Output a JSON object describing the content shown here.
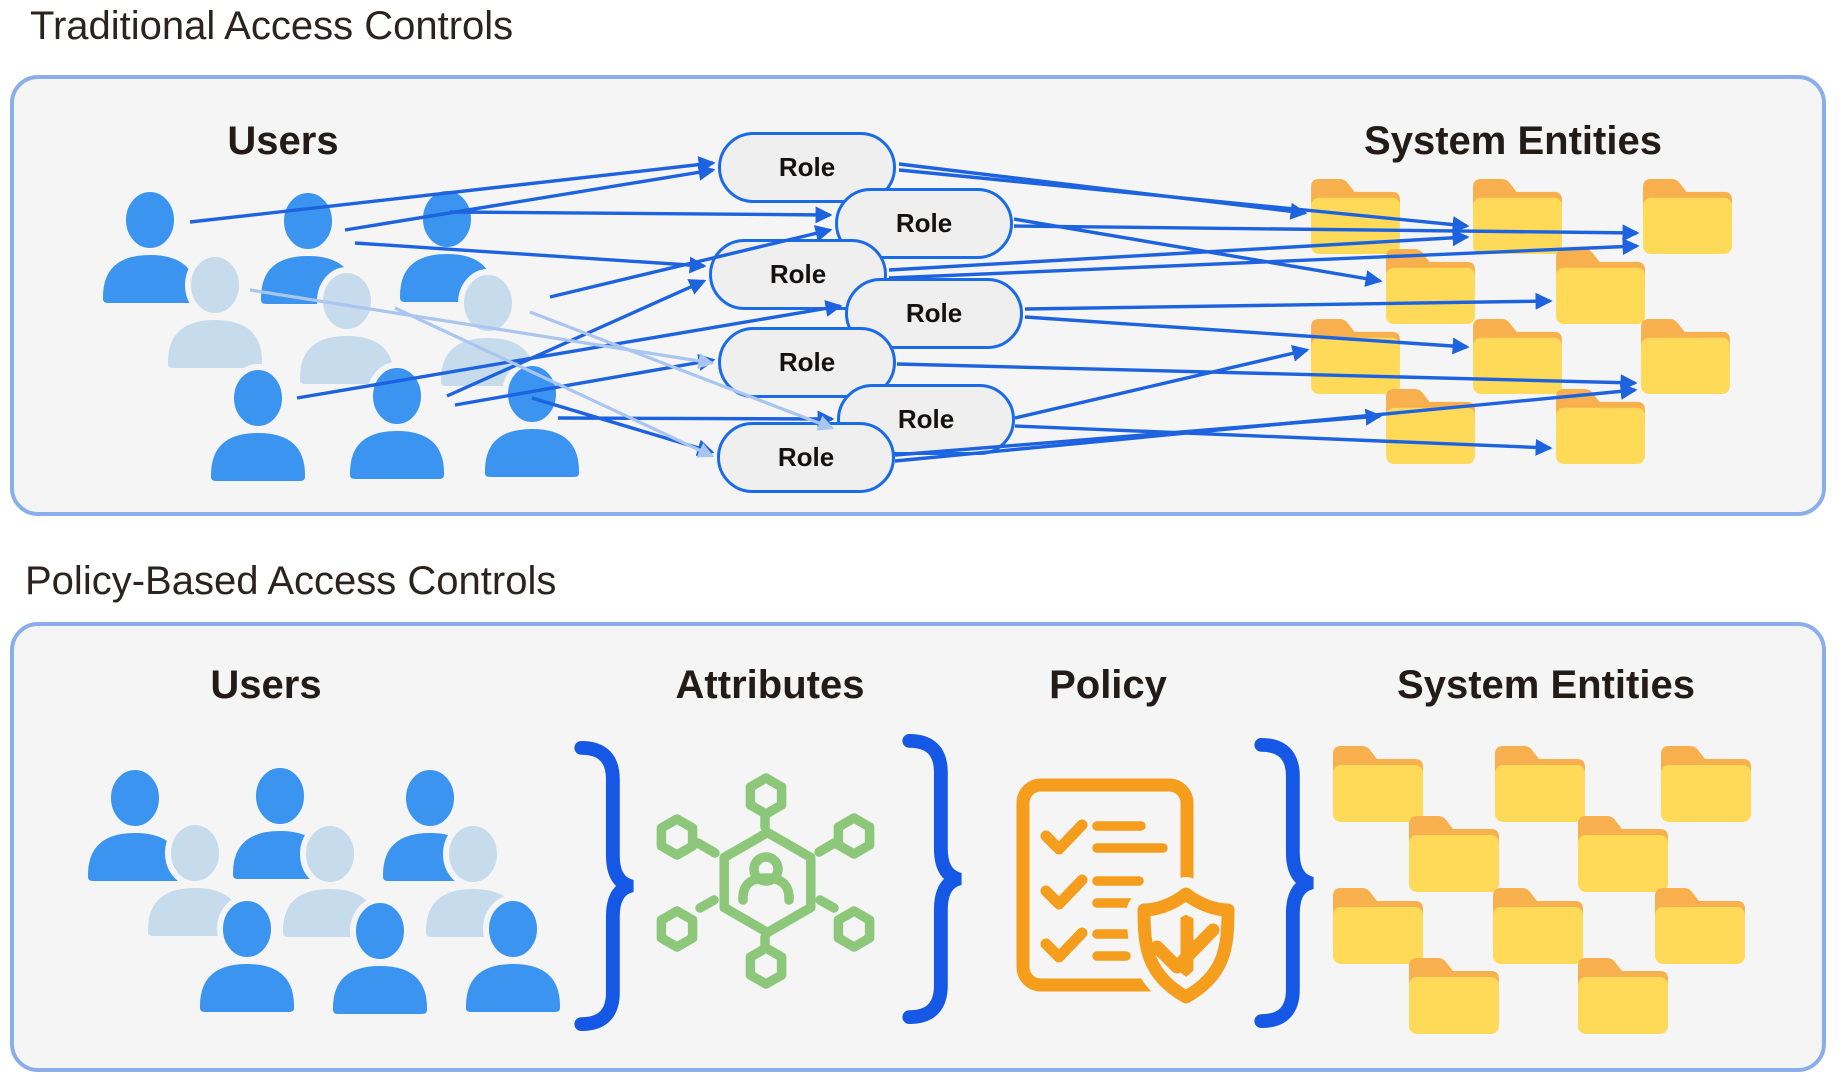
{
  "traditional": {
    "title": "Traditional Access Controls",
    "users_heading": "Users",
    "system_entities_heading": "System Entities",
    "roles": [
      "Role",
      "Role",
      "Role",
      "Role",
      "Role",
      "Role",
      "Role"
    ],
    "user_icon_counts": {
      "blue": 6,
      "light": 3
    },
    "folder_icon_count": 10
  },
  "policy_based": {
    "title": "Policy-Based Access Controls",
    "users_heading": "Users",
    "attributes_heading": "Attributes",
    "policy_heading": "Policy",
    "system_entities_heading": "System Entities",
    "user_icon_counts": {
      "blue": 6,
      "light": 3
    },
    "folder_icon_count": 10
  },
  "icons": {
    "person-icon": "person silhouette",
    "folder-icon": "yellow folder",
    "attributes-network-icon": "hexagon network with person",
    "policy-checklist-icon": "checklist document",
    "shield-check-icon": "shield with checkmark",
    "curly-brace-icon": "right curly brace"
  },
  "colors": {
    "panel_background": "#f5f5f6",
    "panel_border": "#8aaeea",
    "user_blue": "#3b94f0",
    "user_light": "#c6dbec",
    "arrow_blue": "#1d63df",
    "arrow_light": "#a9c6f0",
    "role_border": "#1a6be8",
    "role_fill": "#efeff0",
    "brace_blue": "#1558e6",
    "attributes_green": "#8dc87a",
    "policy_orange": "#f59d1d",
    "folder_body": "#feda58",
    "folder_tab": "#f8af4d",
    "title_text": "#2b2320",
    "heading_text": "#221b18"
  }
}
